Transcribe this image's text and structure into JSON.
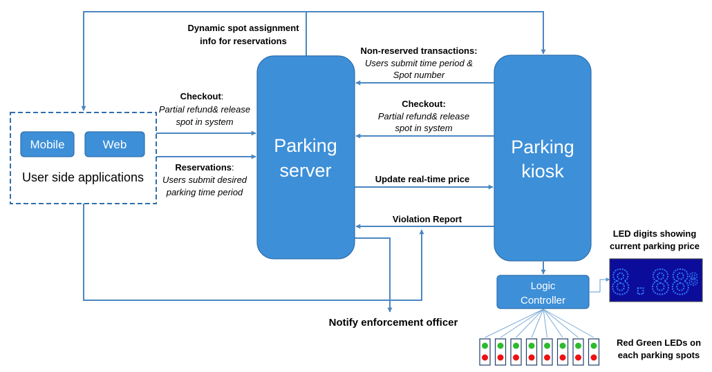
{
  "nodes": {
    "mobile": "Mobile",
    "web": "Web",
    "user_apps": "User side applications",
    "server_line1": "Parking",
    "server_line2": "server",
    "kiosk_line1": "Parking",
    "kiosk_line2": "kiosk",
    "logic_line1": "Logic",
    "logic_line2": "Controller"
  },
  "labels": {
    "dynamic_1": "Dynamic spot assignment",
    "dynamic_2": "info for reservations",
    "nonres_title": "Non-reserved transactions:",
    "nonres_1": "Users submit time period &",
    "nonres_2": "Spot number",
    "checkout_left_title": "Checkout",
    "checkout_left_colon": ":",
    "checkout_left_1": "Partial refund& release",
    "checkout_left_2": "spot in system",
    "checkout_right_title": "Checkout:",
    "checkout_right_1": "Partial refund& release",
    "checkout_right_2": "spot in system",
    "reservations_title": "Reservations",
    "reservations_colon": ":",
    "reservations_1": "Users submit desired",
    "reservations_2": "parking time period",
    "update_price": "Update real-time price",
    "violation": "Violation Report",
    "notify": "Notify enforcement officer",
    "led_digits_1": "LED digits showing",
    "led_digits_2": "current parking price",
    "red_green_1": "Red Green LEDs on",
    "red_green_2": "each parking spots"
  },
  "led_display": {
    "digits": "8.88",
    "small_digit": "8"
  },
  "spot_leds": {
    "count": 8,
    "top_color": "#2dbb2d",
    "bottom_color": "#ee1111"
  },
  "colors": {
    "box_fill": "#3d8fd8",
    "line": "#4a86c2",
    "dashed_border": "#2f6fab",
    "led_bg": "#0c0c9a",
    "led_digit": "#2f7dff"
  }
}
